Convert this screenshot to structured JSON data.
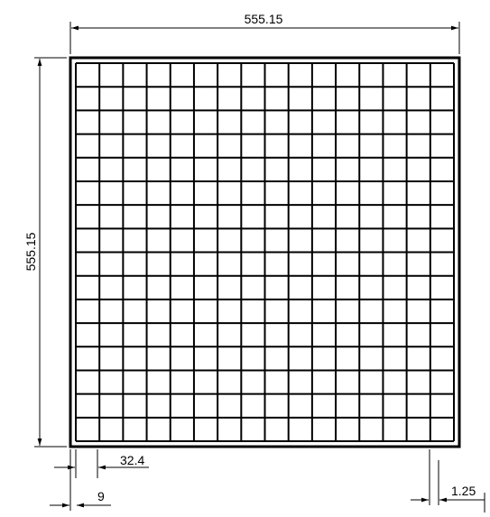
{
  "dimensions": {
    "top_width": "555.15",
    "left_height": "555.15",
    "cell_pitch": "32.4",
    "border_offset": "9",
    "right_gap": "1.25"
  },
  "grid": {
    "rows": 16,
    "cols": 16
  },
  "colors": {
    "line": "#000000",
    "background": "#ffffff"
  }
}
